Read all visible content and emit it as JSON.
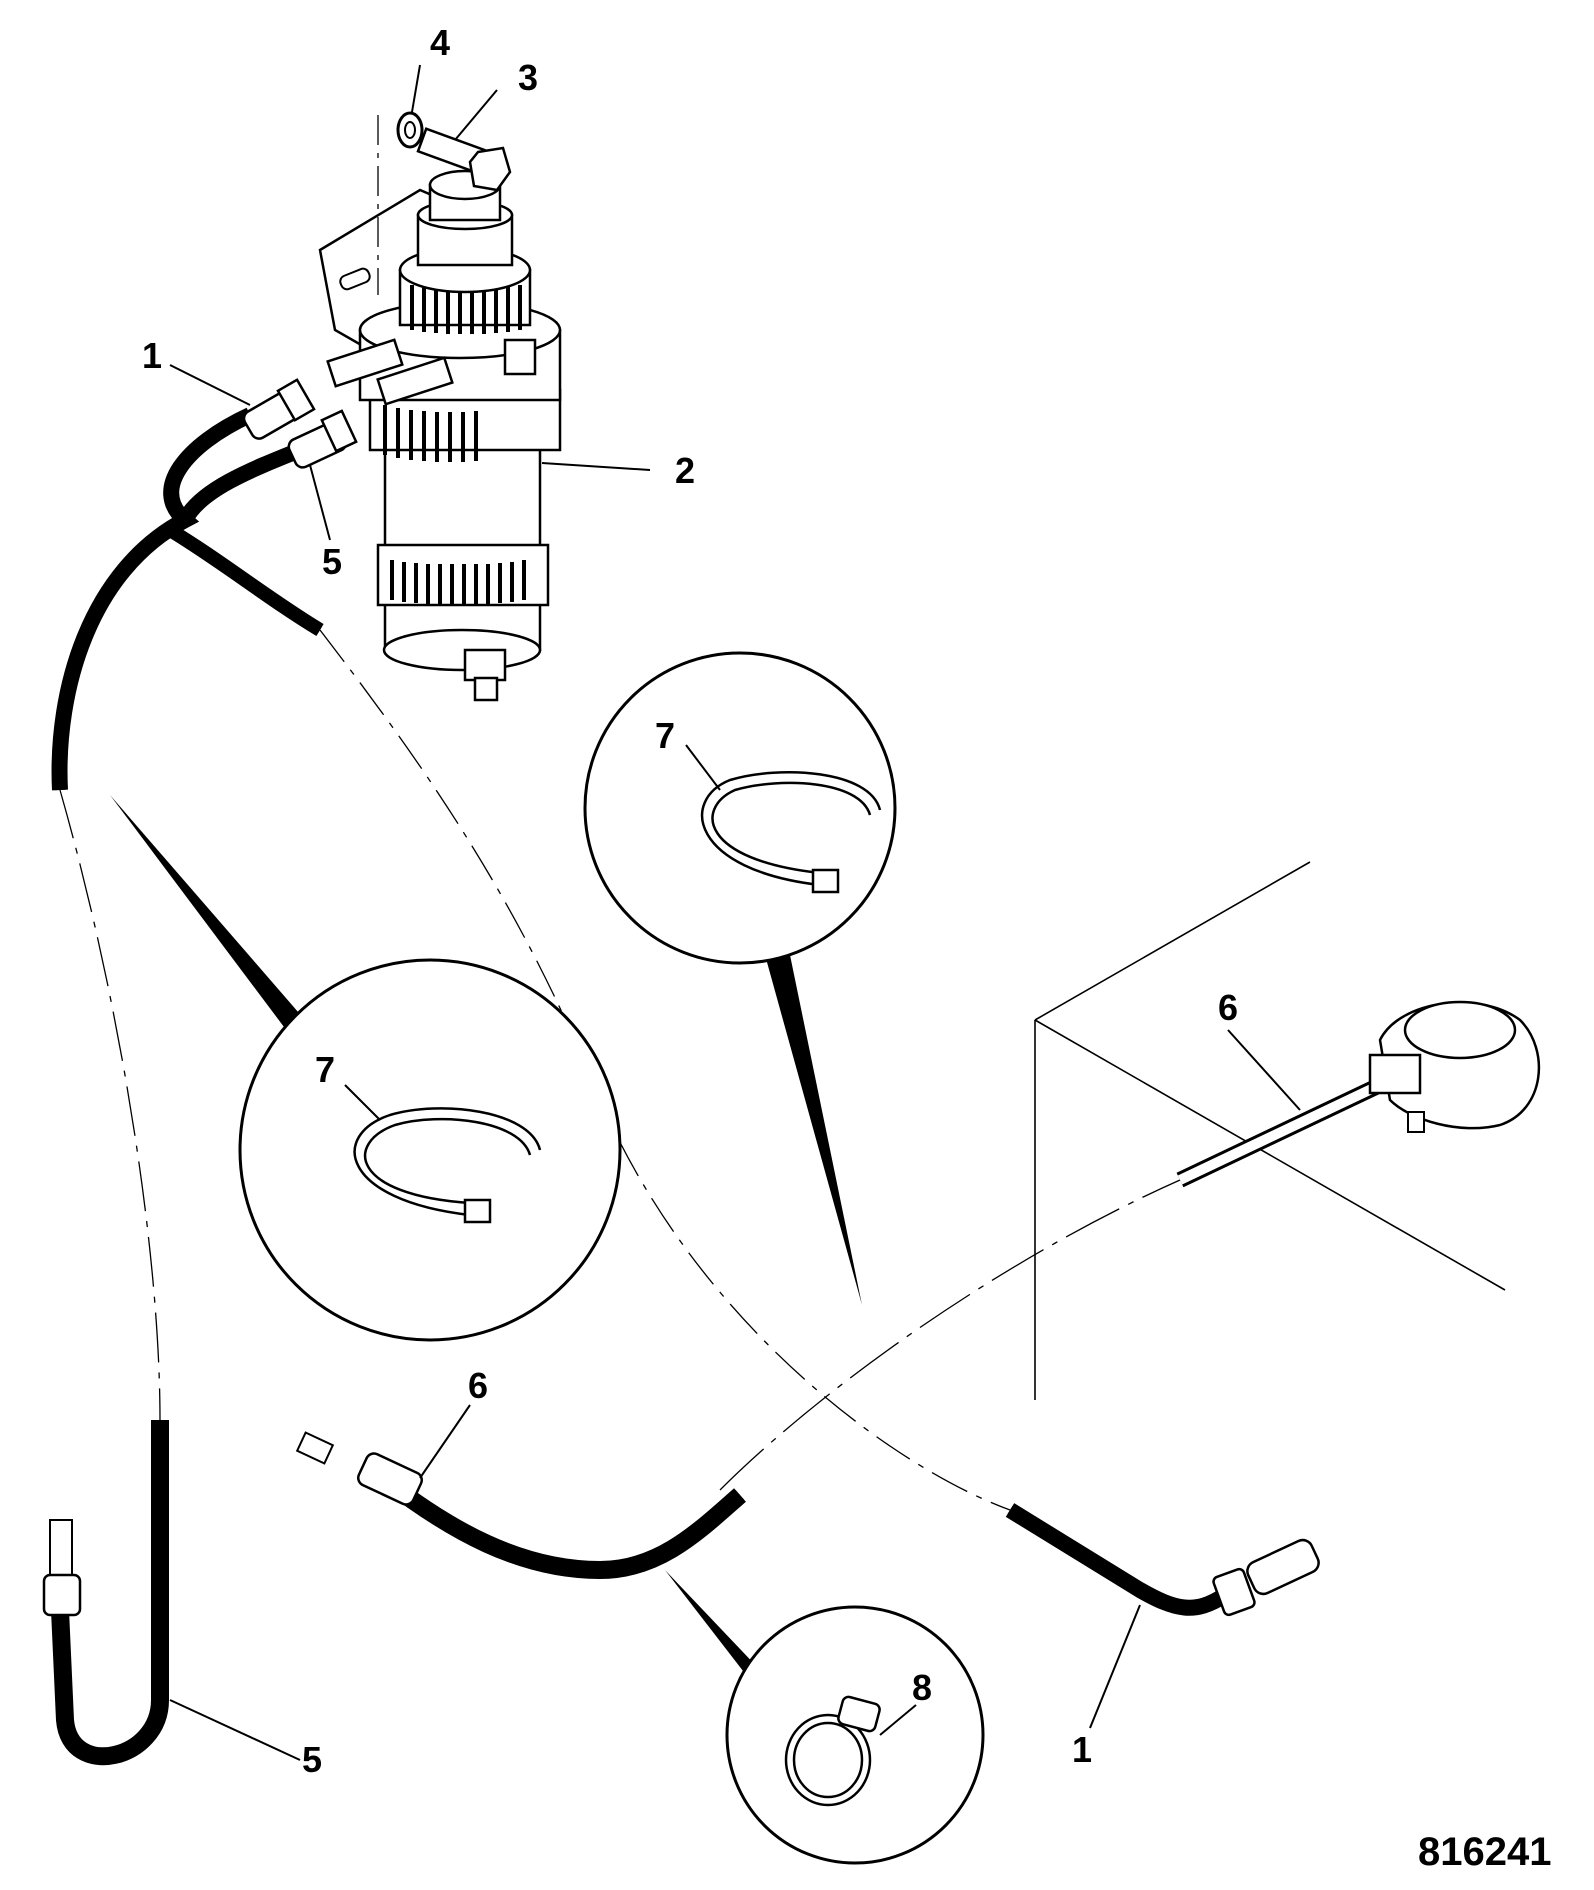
{
  "diagram": {
    "callouts": {
      "c1_upper": "1",
      "c2": "2",
      "c3": "3",
      "c4": "4",
      "c5_upper": "5",
      "c5_lower": "5",
      "c7_left": "7",
      "c7_right": "7",
      "c6_tank": "6",
      "c6_lower": "6",
      "c1_lower": "1",
      "c8": "8"
    },
    "figure_number": "816241"
  }
}
